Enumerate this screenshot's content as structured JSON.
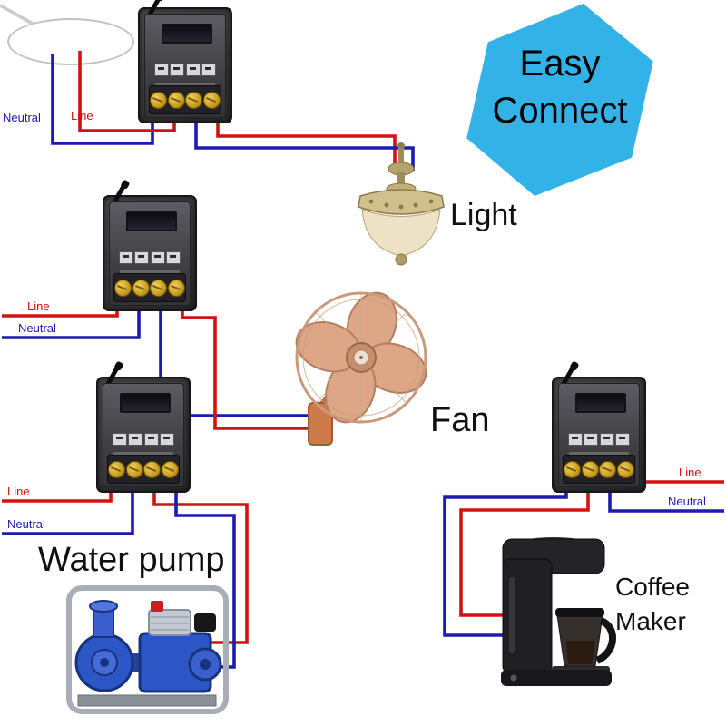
{
  "badge": {
    "line1": "Easy",
    "line2": "Connect"
  },
  "appliance_labels": {
    "light": "Light",
    "fan": "Fan",
    "water_pump": "Water pump",
    "coffee_maker": "Coffee Maker"
  },
  "wire_labels": {
    "module1_neutral": "Neutral",
    "module1_line": "Line",
    "module2_line": "Line",
    "module2_neutral": "Neutral",
    "module3_line": "Line",
    "module3_neutral": "Neutral",
    "module4_line": "Line",
    "module4_neutral": "Neutral"
  },
  "colors": {
    "line": "#d41111",
    "neutral": "#1c1ab0",
    "badge": "#33b2e8",
    "badge_text": "#000000"
  }
}
